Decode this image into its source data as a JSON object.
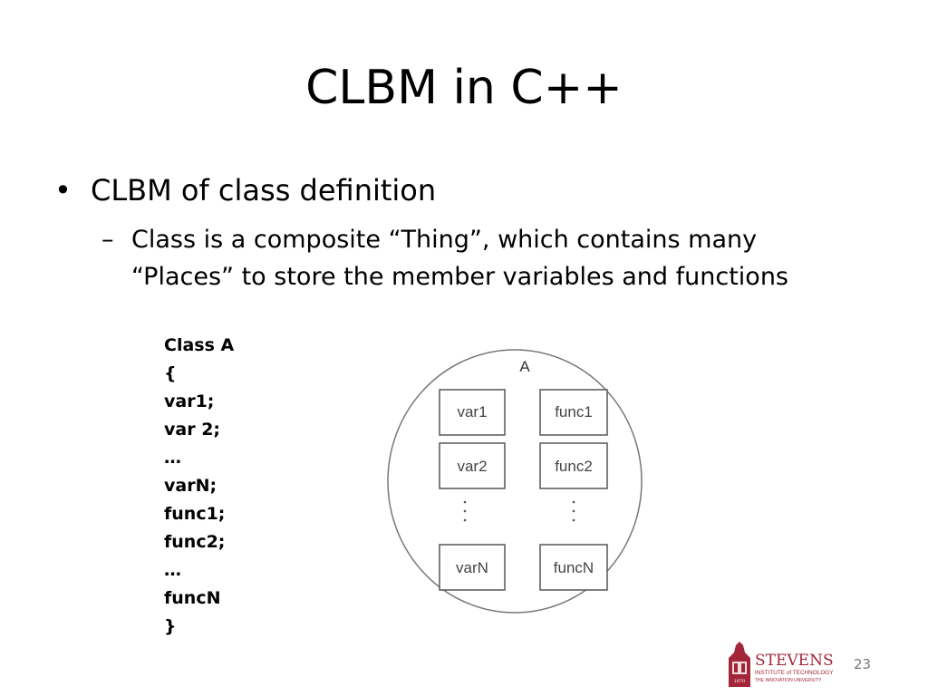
{
  "slide": {
    "title": "CLBM in C++",
    "bullet": "CLBM of class definition",
    "sub_dash": "–",
    "sub_lines": [
      "Class is a composite “Thing”, which contains many",
      "“Places” to store the member variables and functions"
    ],
    "page_number": "23"
  },
  "code_lines": [
    "Class A",
    "{",
    "var1;",
    "var 2;",
    "…",
    "varN;",
    "func1;",
    "func2;",
    "…",
    "funcN",
    "}"
  ],
  "diagram": {
    "label": "A",
    "vars": [
      "var1",
      "var2",
      "varN"
    ],
    "funcs": [
      "func1",
      "func2",
      "funcN"
    ]
  },
  "logo": {
    "name": "STEVENS",
    "line1": "INSTITUTE of TECHNOLOGY",
    "line2": "THE INNOVATION UNIVERSITY",
    "year": "1870",
    "color": "#a32638"
  }
}
